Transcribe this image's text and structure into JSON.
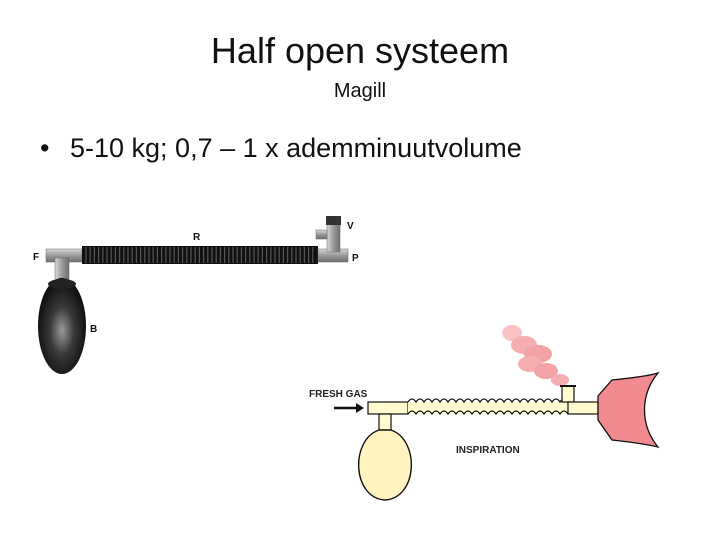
{
  "slide": {
    "title": "Half open systeem",
    "subtitle": "Magill",
    "bullet": "5-10 kg; 0,7 – 1 x ademminuutvolume"
  },
  "diagram_top": {
    "labels": {
      "R": "R",
      "V": "V",
      "F": "F",
      "P": "P",
      "B": "B"
    }
  },
  "diagram_bottom": {
    "labels": {
      "fresh_gas": "FRESH GAS",
      "inspiration": "INSPIRATION"
    },
    "colors": {
      "tube": "#fffccf",
      "bag": "#fff3c0",
      "mask": "#f28b90",
      "exhaust": "#f4a0a4"
    }
  }
}
